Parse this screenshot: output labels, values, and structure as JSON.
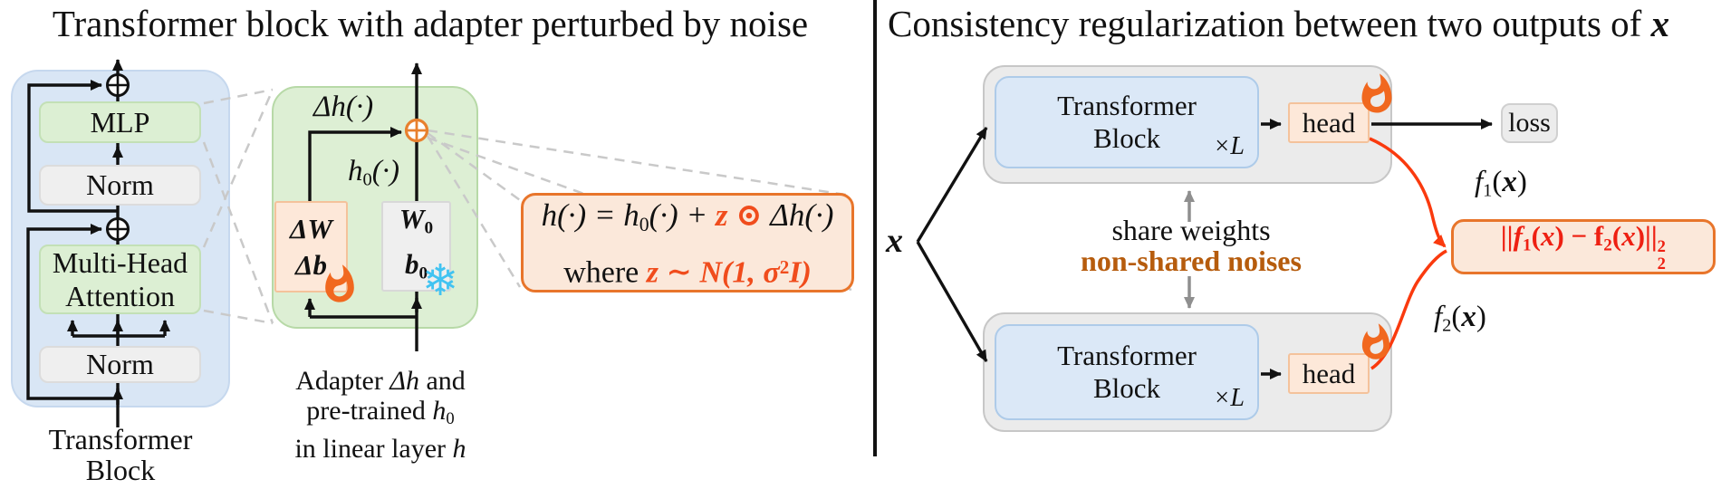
{
  "left": {
    "title": "Transformer block with adapter perturbed by noise",
    "block": {
      "mlp": "MLP",
      "norm_top": "Norm",
      "mha_line1": "Multi-Head",
      "mha_line2": "Attention",
      "norm_bottom": "Norm",
      "caption_line1": "Transformer",
      "caption_line2": "Block"
    },
    "adapter": {
      "delta_h": "Δh(·)",
      "h0_base": "h",
      "h0_sub": "0",
      "h0_tail": "(·)",
      "delta_w": "ΔW",
      "delta_b": "Δb",
      "w_base": "W",
      "w_sub": "0",
      "b_base": "b",
      "b_sub": "0",
      "cap1a": "Adapter ",
      "cap1b": "Δh",
      "cap1c": " and",
      "cap2a": "pre-trained ",
      "cap2b": "h",
      "cap2sub": "0",
      "cap3a": "in linear layer ",
      "cap3b": "h"
    },
    "formula": {
      "l1a": "h(·) = h",
      "l1sub": "0",
      "l1b": "(·) + ",
      "l1z": "z",
      "l1op": " ⊙ ",
      "l1c": "Δh(·)",
      "l2a": "where ",
      "l2b": "z ∼ N(1, σ",
      "l2sup": "2",
      "l2c": "I)"
    }
  },
  "right": {
    "title_main": "Consistency regularization between two outputs of ",
    "title_x": "x",
    "x_label": "x",
    "top_block": {
      "line1": "Transformer",
      "line2": "Block",
      "mult": "×L",
      "head": "head"
    },
    "bottom_block": {
      "line1": "Transformer",
      "line2": "Block",
      "mult": "×L",
      "head": "head"
    },
    "loss": "loss",
    "share_line1": "share weights",
    "share_line2": "non-shared noises",
    "f1": {
      "base": "f",
      "sub": "1",
      "open": "(",
      "var": "x",
      "close": ")"
    },
    "f2": {
      "base": "f",
      "sub": "2",
      "open": "(",
      "var": "x",
      "close": ")"
    },
    "reg": {
      "p1": "||f",
      "s1": "1",
      "p2": "(",
      "x1": "x",
      "p3": ") − f",
      "s2": "2",
      "p4": "(",
      "x2": "x",
      "p5": ")||",
      "sup": "2",
      "sub": "2"
    }
  },
  "icons": {
    "fire": "fire-icon",
    "snowflake": "snowflake-icon",
    "snowflake_glyph": "❄",
    "circle_plus": "circle-plus-icon"
  },
  "colors": {
    "accent_orange": "#e8752b",
    "formula_orange_text": "#f04c1c",
    "regularizer_red": "#ee2012",
    "noise_text": "#b65c0d",
    "fire": "#f1681f",
    "snowflake": "#41c3f1",
    "box_blue": "#dbe8f7",
    "box_green": "#dcefd3",
    "box_gray": "#efefef",
    "box_peach": "#fde8d9",
    "dashed_gray": "#c9c9c9"
  }
}
